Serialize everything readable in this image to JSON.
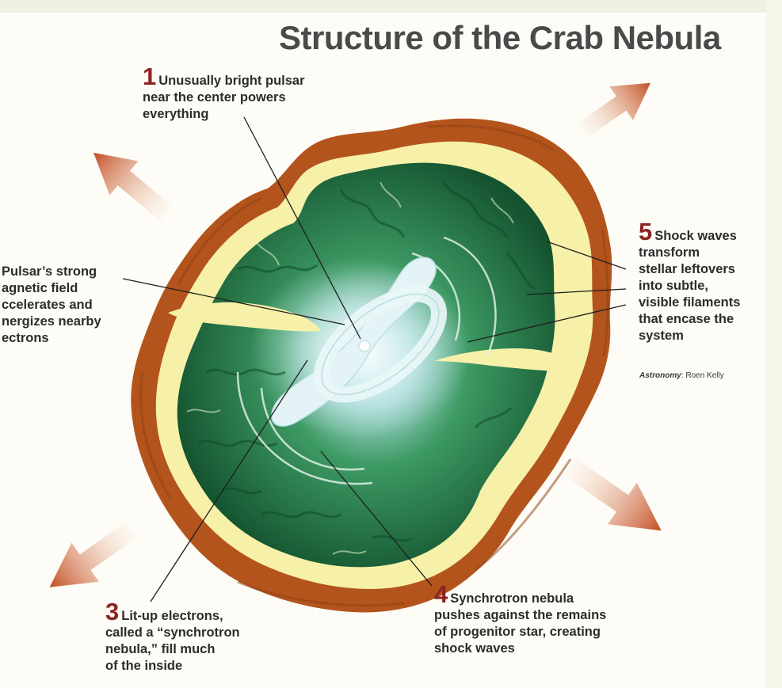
{
  "title": "Structure of the Crab Nebula",
  "callouts": [
    {
      "id": 1,
      "number": "1",
      "lines": [
        "Unusually bright pulsar",
        "near the center powers",
        "everything"
      ]
    },
    {
      "id": 2,
      "number": "",
      "lines": [
        "Pulsar’s strong",
        "agnetic field",
        "ccelerates and",
        "nergizes nearby",
        "ectrons"
      ]
    },
    {
      "id": 3,
      "number": "3",
      "lines": [
        "Lit-up electrons,",
        "called a “synchrotron",
        "nebula,” fill much",
        "of the inside"
      ]
    },
    {
      "id": 4,
      "number": "4",
      "lines": [
        "Synchrotron nebula",
        "pushes against the remains",
        "of progenitor star, creating",
        "shock waves"
      ]
    },
    {
      "id": 5,
      "number": "5",
      "lines": [
        "Shock waves",
        "transform",
        "stellar leftovers",
        "into subtle,",
        "visible filaments",
        "that encase the",
        "system"
      ]
    }
  ],
  "credit": {
    "publication": "Astronomy",
    "artist": ": Roen Kelly"
  },
  "colors": {
    "outer_shell": "#b3541d",
    "yellow_layer": "#f6f0a8",
    "filaments_green": "#1f6b3e",
    "synchrotron_glow": "#dff3f6",
    "number_red": "#8c2323",
    "arrow_orange": "#c65a2e"
  }
}
